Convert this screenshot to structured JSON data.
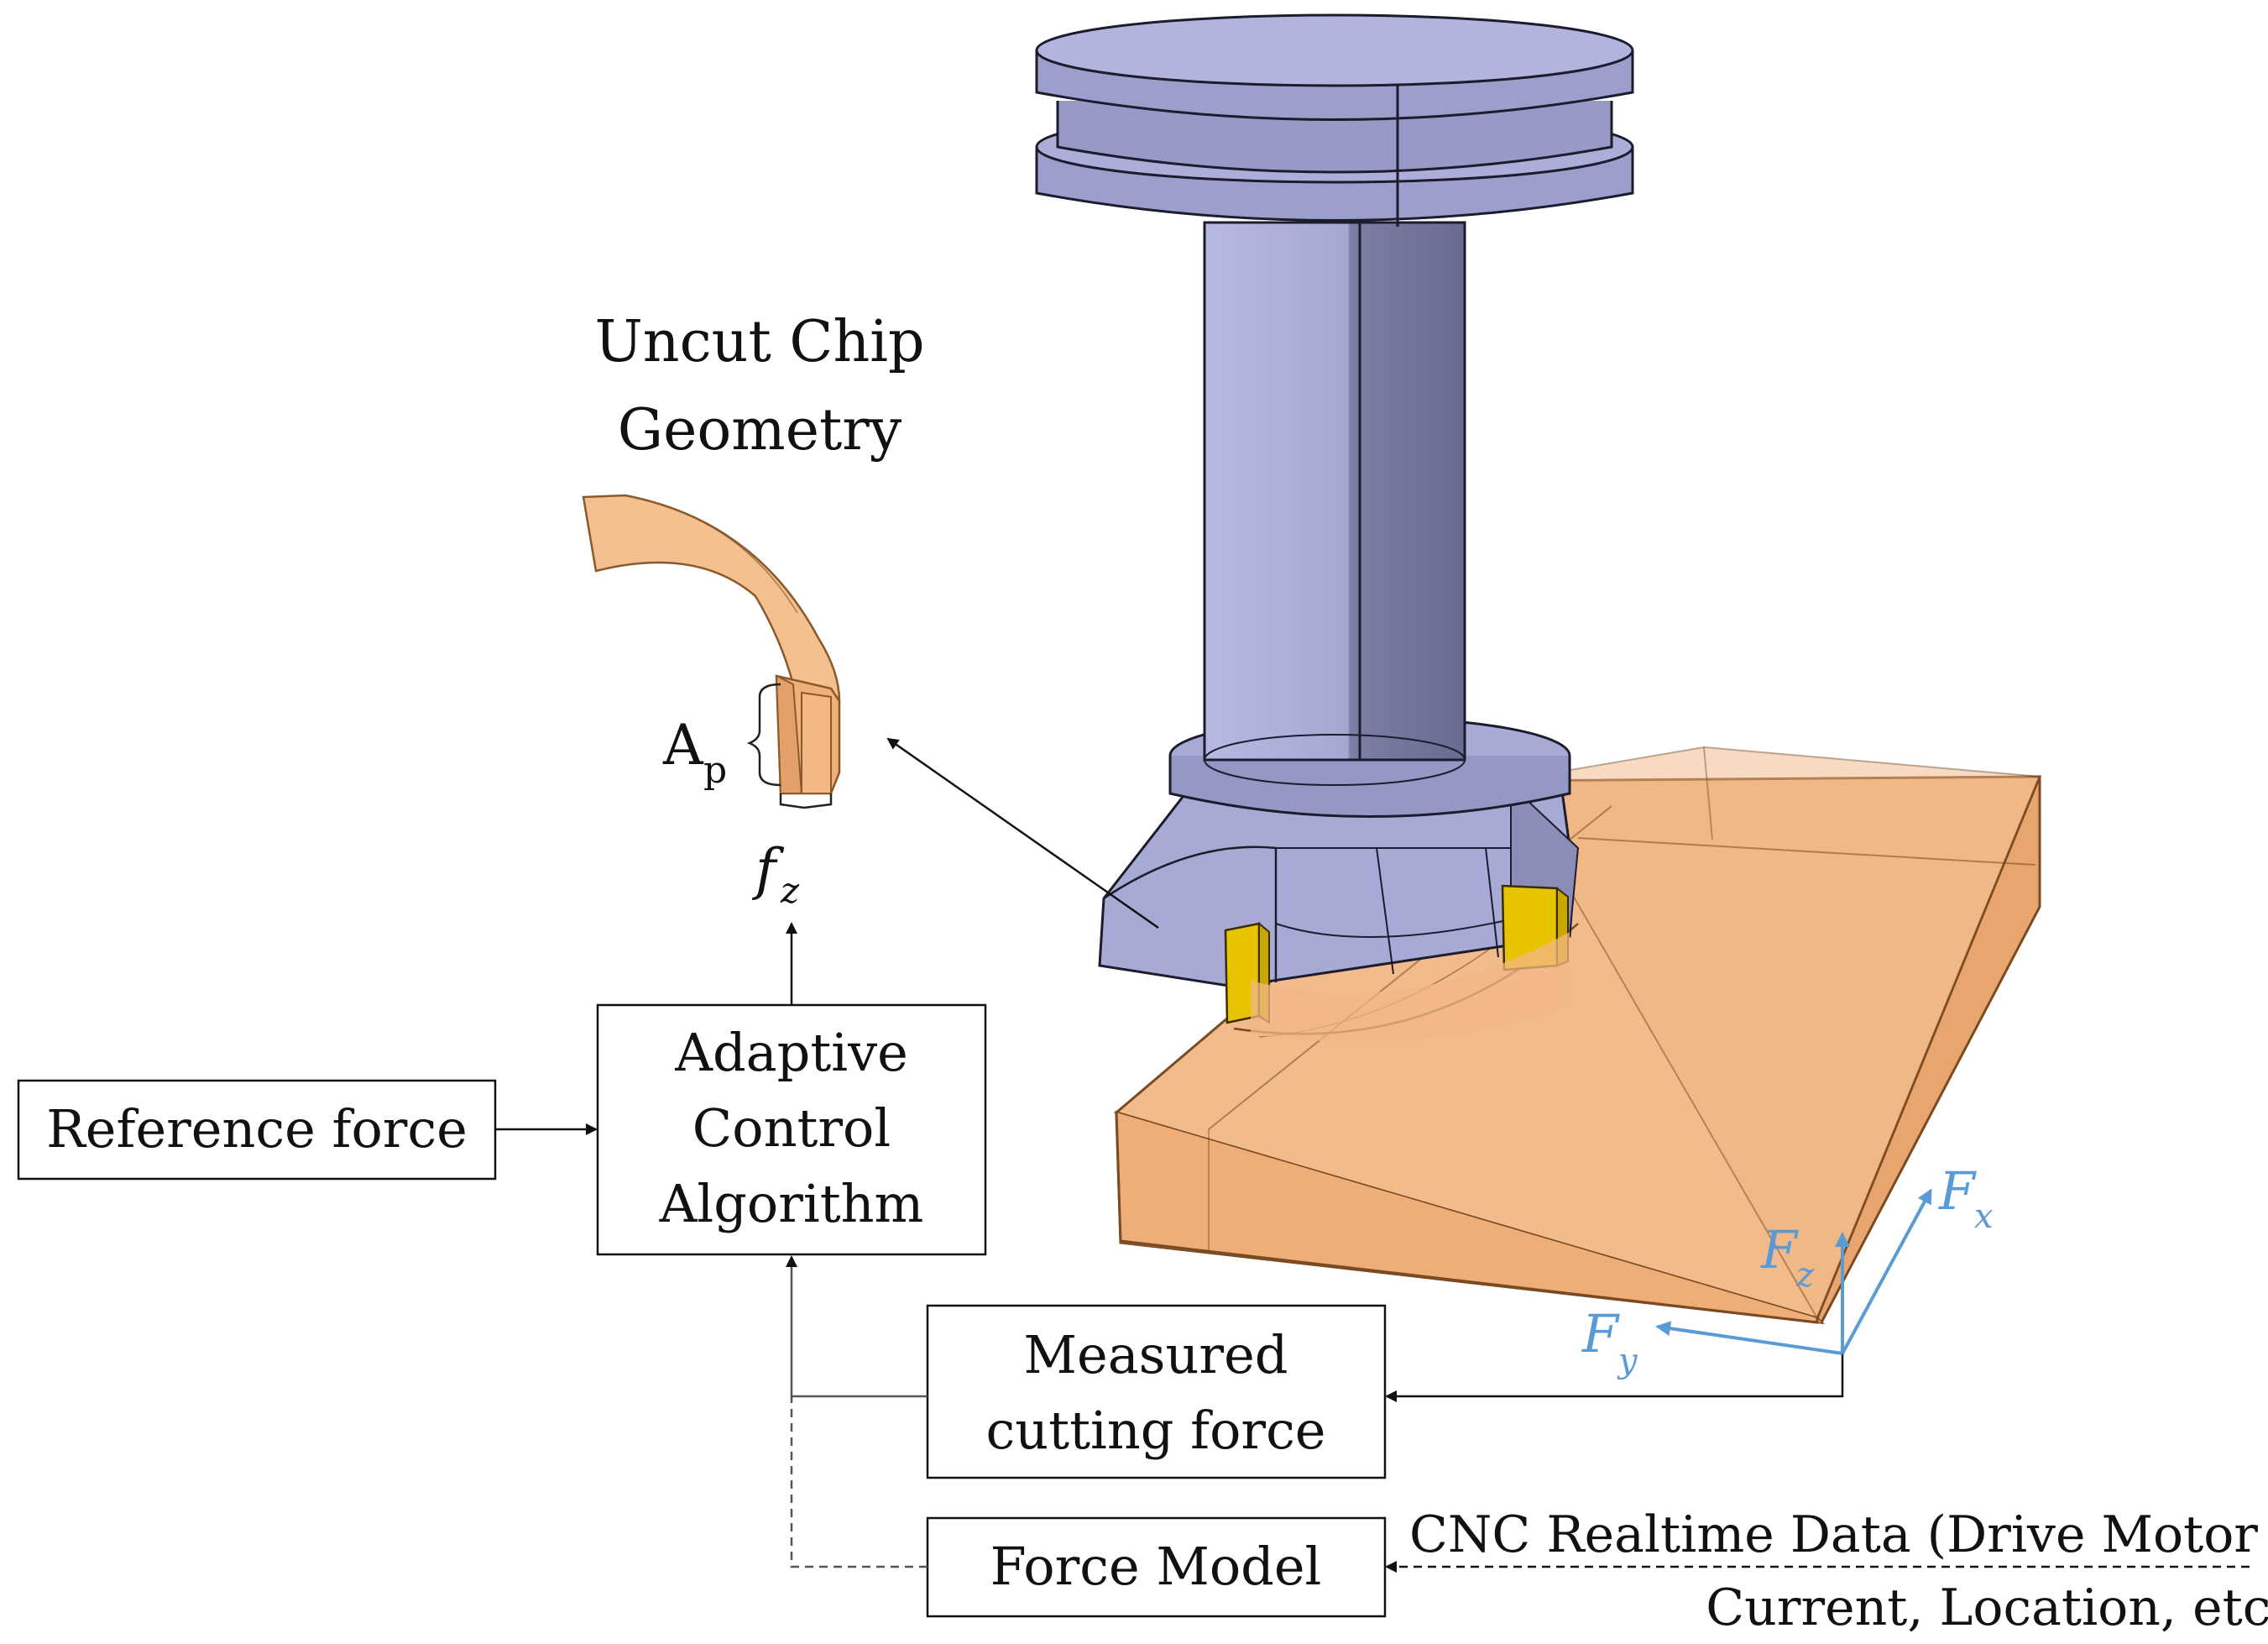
{
  "title_line1": "Uncut Chip",
  "title_line2": "Geometry",
  "ap_symbol": "A",
  "ap_subscript": "p",
  "fz_symbol": "f",
  "fz_subscript": "z",
  "boxes": {
    "reference_force": "Reference force",
    "adaptive_line1": "Adaptive",
    "adaptive_line2": "Control",
    "adaptive_line3": "Algorithm",
    "measured_line1": "Measured",
    "measured_line2": "cutting force",
    "force_model": "Force Model"
  },
  "cnc_line1": "CNC Realtime Data (Drive Motor",
  "cnc_line2": "Current, Location, etc.)",
  "axes": {
    "fx": "F",
    "fx_sub": "x",
    "fy": "F",
    "fy_sub": "y",
    "fz": "F",
    "fz_sub": "z"
  },
  "colors": {
    "tool": "#a9abd6",
    "tool_dark": "#6e6f96",
    "workpiece": "#f2b784",
    "insert": "#e8c400",
    "axis_blue": "#5b9bd5"
  }
}
